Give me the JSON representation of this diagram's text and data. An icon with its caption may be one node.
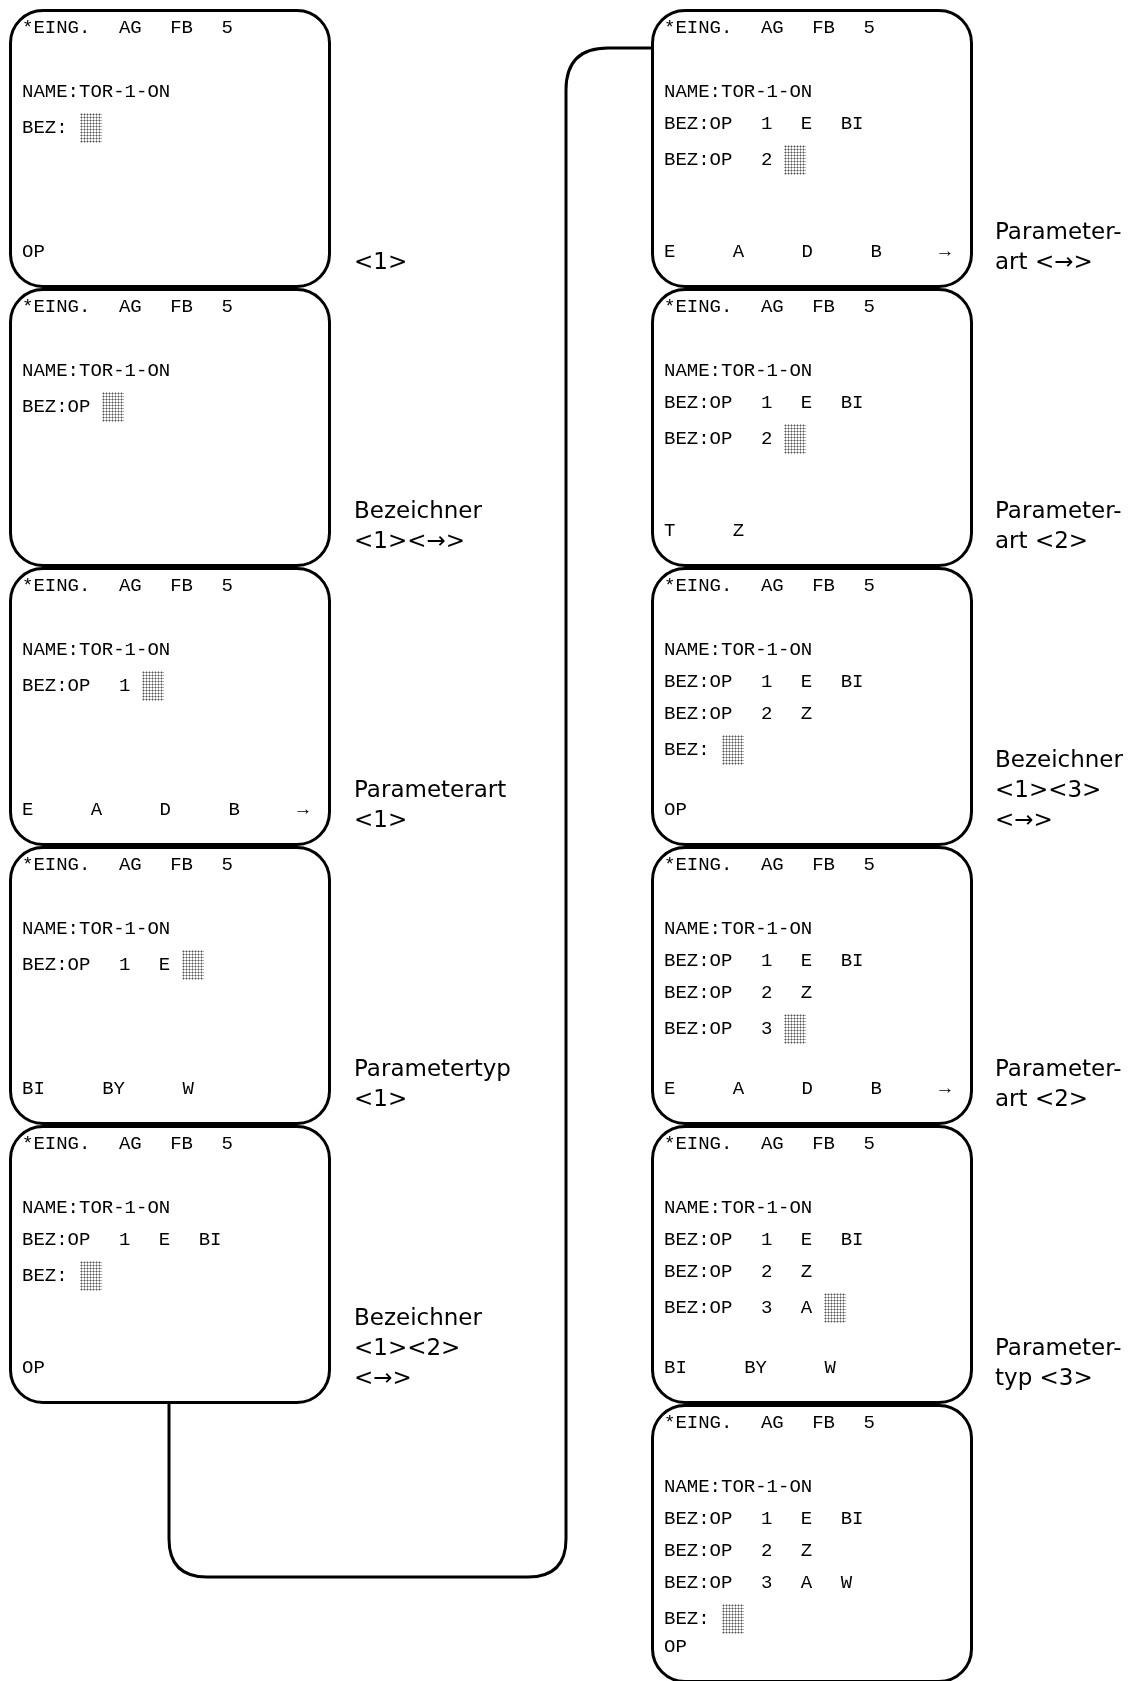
{
  "diagram": {
    "nodes": [
      {
        "text": [
          "*EING. AG FB 5",
          "NAME:TOR-1-ON",
          "BEZ:",
          "OP"
        ],
        "beside": [
          "<1>"
        ]
      },
      {
        "text": [
          "*EING. AG FB 5",
          "NAME:TOR-1-ON",
          "BEZ:OP"
        ],
        "beside": [
          "Bezeichner <1><→>"
        ]
      },
      {
        "text": [
          "*EING. AG FB 5",
          "NAME:TOR-1-ON",
          "BEZ:OP 1",
          "E A D B →"
        ],
        "beside": [
          "Parameterart <1>"
        ]
      },
      {
        "text": [
          "*EING. AG FB 5",
          "NAME:TOR-1-ON",
          "BEZ:OP 1 E",
          "BI BY W"
        ],
        "beside": [
          "Parametertyp <1>"
        ]
      },
      {
        "text": [
          "*EING. AG FB 5",
          "NAME:TOR-1-ON",
          "BEZ:OP 1 E BI",
          "BEZ:",
          "OP"
        ],
        "beside": [
          "Bezeichner <1><2> <→>"
        ]
      },
      {
        "text": [
          "*EING. AG FB 5",
          "NAME:TOR-1-ON",
          "BEZ:OP 1 E BI",
          "BEZ:OP 2",
          "E A D B →"
        ],
        "beside": [
          "Parameter- art <→>"
        ]
      },
      {
        "text": [
          "*EING. AG FB 5",
          "NAME:TOR-1-ON",
          "BEZ:OP 1 E BI",
          "BEZ:OP 2",
          "T Z"
        ],
        "beside": [
          "Parameter- art <2>"
        ]
      },
      {
        "text": [
          "*EING. AG FB 5",
          "NAME:TOR-1-ON",
          "BEZ:OP 1 E BI",
          "BEZ:OP 2 Z",
          "BEZ:",
          "OP"
        ],
        "beside": [
          "Bezeichner <1><3> <→>"
        ]
      },
      {
        "text": [
          "*EING. AG FB 5",
          "NAME:TOR-1-ON",
          "BEZ:OP 1 E BI",
          "BEZ:OP 2 Z",
          "BEZ:OP 3",
          "E A D B →"
        ],
        "beside": [
          "Parameter- art <2>"
        ]
      },
      {
        "text": [
          "*EING. AG FB 5",
          "NAME:TOR-1-ON",
          "BEZ:OP 1 E BI",
          "BEZ:OP 2 Z",
          "BEZ:OP 3 A",
          "BI BY W"
        ],
        "beside": [
          "Parameter- typ <3>"
        ]
      },
      {
        "text": [
          "*EING. AG FB 5",
          "NAME:TOR-1-ON",
          "BEZ:OP 1 E BI",
          "BEZ:OP 2 Z",
          "BEZ:OP 3 A W",
          "BEZ:",
          "OP"
        ]
      }
    ],
    "edges": [
      {
        "from": 4,
        "to": 5,
        "arrow": "none"
      }
    ]
  }
}
